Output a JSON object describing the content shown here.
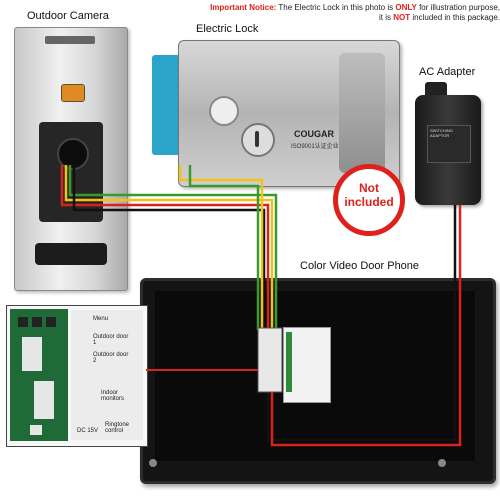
{
  "notice": {
    "lead": "Important Notice:",
    "text1": " The Electric Lock in this photo is ",
    "only": "ONLY",
    "text2": " for illustration purpose,",
    "text3": "it is ",
    "not": "NOT",
    "text4": " included in this package."
  },
  "labels": {
    "outdoor_camera": "Outdoor Camera",
    "electric_lock": "Electric Lock",
    "ac_adapter": "AC Adapter",
    "door_phone": "Color Video Door Phone"
  },
  "badge": {
    "line1": "Not",
    "line2": "included"
  },
  "lock_brand": {
    "brand": "COUGAR",
    "cert": "ISO9001认证企业"
  },
  "adapter_label": {
    "title": "SWITCHING ADAPTOR"
  },
  "terminal": {
    "menu": "Menu",
    "door1": "Outdoor door 1",
    "door2": "Outdoor door 2",
    "monitors": "Indoor monitors",
    "dc": "DC 15V",
    "ringtone": "Ringtone control"
  },
  "colors": {
    "wire_red": "#d8231c",
    "wire_yellow": "#f2c21b",
    "wire_green": "#3a9a2c",
    "wire_black": "#111111",
    "badge_red": "#e0201a",
    "lock_blue": "#2aa5c9"
  }
}
